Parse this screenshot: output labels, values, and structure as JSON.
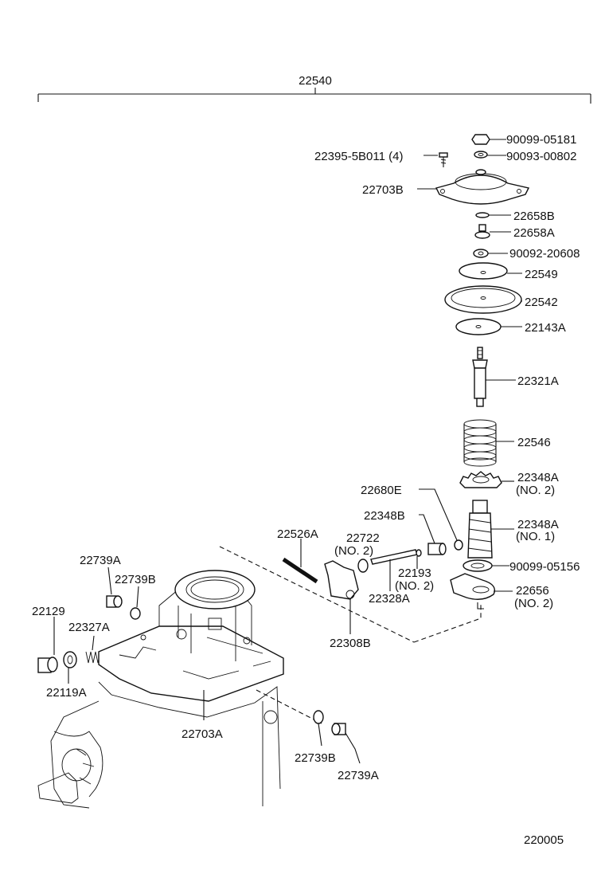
{
  "assembly": {
    "number": "22540"
  },
  "callouts": [
    {
      "id": "p90099_05181",
      "text": "90099-05181"
    },
    {
      "id": "p90093_00802",
      "text": "90093-00802"
    },
    {
      "id": "p22395",
      "text": "22395-5B011 (4)"
    },
    {
      "id": "p22703B",
      "text": "22703B"
    },
    {
      "id": "p22658B",
      "text": "22658B"
    },
    {
      "id": "p22658A",
      "text": "22658A"
    },
    {
      "id": "p90092",
      "text": "90092-20608"
    },
    {
      "id": "p22549",
      "text": "22549"
    },
    {
      "id": "p22542",
      "text": "22542"
    },
    {
      "id": "p22143A",
      "text": "22143A"
    },
    {
      "id": "p22321A",
      "text": "22321A"
    },
    {
      "id": "p22546",
      "text": "22546"
    },
    {
      "id": "p22348A_2",
      "text": "22348A",
      "sub": "(NO. 2)"
    },
    {
      "id": "p22680E",
      "text": "22680E"
    },
    {
      "id": "p22348B",
      "text": "22348B"
    },
    {
      "id": "p22348A_1",
      "text": "22348A",
      "sub": "(NO. 1)"
    },
    {
      "id": "p22526A",
      "text": "22526A"
    },
    {
      "id": "p22722",
      "text": "22722",
      "sub": "(NO. 2)"
    },
    {
      "id": "p90099_05156",
      "text": "90099-05156"
    },
    {
      "id": "p22739A_top",
      "text": "22739A"
    },
    {
      "id": "p22739B_top",
      "text": "22739B"
    },
    {
      "id": "p22193",
      "text": "22193",
      "sub": "(NO. 2)"
    },
    {
      "id": "p22656",
      "text": "22656",
      "sub": "(NO. 2)"
    },
    {
      "id": "p22328A",
      "text": "22328A"
    },
    {
      "id": "p22129",
      "text": "22129"
    },
    {
      "id": "p22327A",
      "text": "22327A"
    },
    {
      "id": "p22308B",
      "text": "22308B"
    },
    {
      "id": "p22119A",
      "text": "22119A"
    },
    {
      "id": "p22703A",
      "text": "22703A"
    },
    {
      "id": "p22739B_bot",
      "text": "22739B"
    },
    {
      "id": "p22739A_bot",
      "text": "22739A"
    }
  ],
  "figure": {
    "code": "220005"
  }
}
